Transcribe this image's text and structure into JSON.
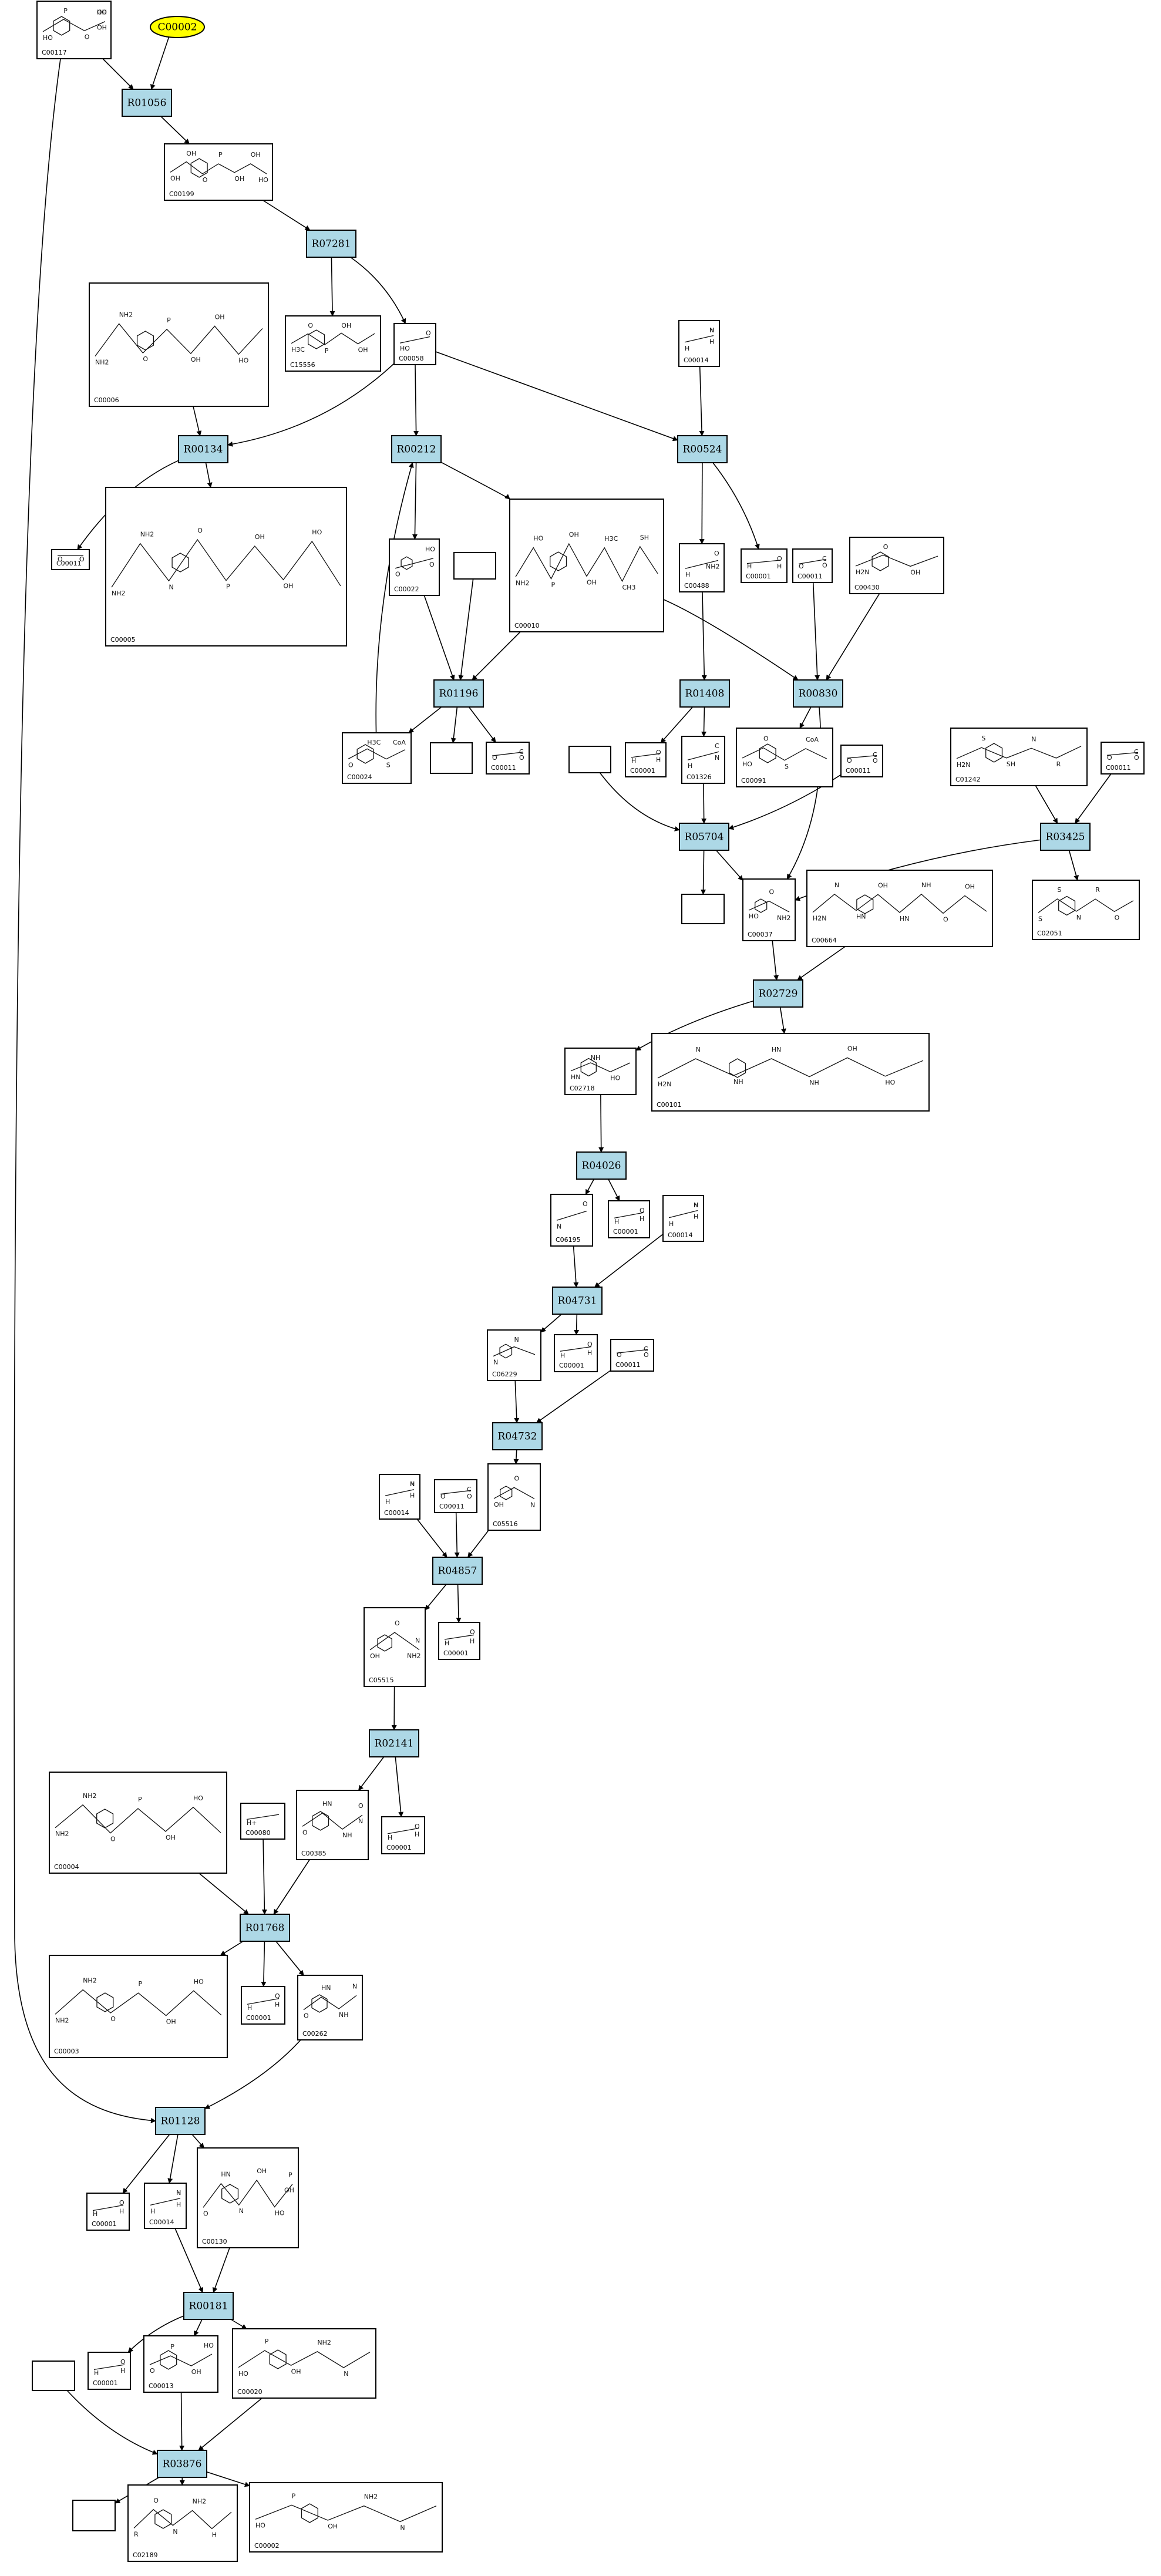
{
  "diagram": {
    "start_node": "C00002",
    "compounds": [
      {
        "id": "C00117",
        "label": "C00117",
        "atoms": [
          "HO",
          "P",
          "O",
          "OH",
          "OH",
          "HO"
        ]
      },
      {
        "id": "C00199",
        "label": "C00199",
        "atoms": [
          "OH",
          "OH",
          "O",
          "P",
          "OH",
          "OH",
          "HO"
        ]
      },
      {
        "id": "C00006",
        "label": "C00006",
        "atoms": [
          "NH2",
          "NH2",
          "O",
          "P",
          "OH",
          "OH",
          "HO"
        ]
      },
      {
        "id": "C15556",
        "label": "C15556",
        "atoms": [
          "H3C",
          "O",
          "P",
          "OH",
          "OH"
        ]
      },
      {
        "id": "C00058",
        "label": "C00058",
        "atoms": [
          "HO",
          "O"
        ]
      },
      {
        "id": "C00014_a",
        "label": "C00014",
        "atoms": [
          "H",
          "N",
          "H",
          "H"
        ]
      },
      {
        "id": "C00011_a",
        "label": "C00011",
        "atoms": [
          "O",
          "C",
          "O"
        ]
      },
      {
        "id": "C00005",
        "label": "C00005",
        "atoms": [
          "NH2",
          "NH2",
          "N",
          "O",
          "P",
          "OH",
          "OH",
          "HO"
        ]
      },
      {
        "id": "C00022",
        "label": "C00022",
        "atoms": [
          "O",
          "HO",
          "O"
        ]
      },
      {
        "id": "blank_1",
        "label": "",
        "atoms": []
      },
      {
        "id": "C00010",
        "label": "C00010",
        "atoms": [
          "NH2",
          "HO",
          "P",
          "OH",
          "OH",
          "H3C",
          "CH3",
          "SH"
        ]
      },
      {
        "id": "C00488",
        "label": "C00488",
        "atoms": [
          "H",
          "O",
          "NH2"
        ]
      },
      {
        "id": "C00001_a",
        "label": "C00001",
        "atoms": [
          "H",
          "O",
          "H"
        ]
      },
      {
        "id": "C00011_b",
        "label": "C00011",
        "atoms": [
          "O",
          "C",
          "O"
        ]
      },
      {
        "id": "C00430",
        "label": "C00430",
        "atoms": [
          "H2N",
          "O",
          "OH"
        ]
      },
      {
        "id": "C00024",
        "label": "C00024",
        "atoms": [
          "O",
          "H3C",
          "S",
          "CoA"
        ]
      },
      {
        "id": "blank_2",
        "label": "",
        "atoms": []
      },
      {
        "id": "C00011_c",
        "label": "C00011",
        "atoms": [
          "O",
          "C",
          "O"
        ]
      },
      {
        "id": "C00001_b",
        "label": "C00001",
        "atoms": [
          "H",
          "O",
          "H"
        ]
      },
      {
        "id": "C01326",
        "label": "C01326",
        "atoms": [
          "H",
          "C",
          "N"
        ]
      },
      {
        "id": "C00091",
        "label": "C00091",
        "atoms": [
          "HO",
          "O",
          "S",
          "CoA"
        ]
      },
      {
        "id": "C01242",
        "label": "C01242",
        "atoms": [
          "H2N",
          "S",
          "SH",
          "N",
          "R"
        ]
      },
      {
        "id": "C00011_d",
        "label": "C00011",
        "atoms": [
          "O",
          "C",
          "O"
        ]
      },
      {
        "id": "blank_3",
        "label": "",
        "atoms": []
      },
      {
        "id": "C00011_e",
        "label": "C00011",
        "atoms": [
          "O",
          "C",
          "O"
        ]
      },
      {
        "id": "blank_4",
        "label": "",
        "atoms": []
      },
      {
        "id": "C00037",
        "label": "C00037",
        "atoms": [
          "HO",
          "O",
          "NH2"
        ]
      },
      {
        "id": "C00664",
        "label": "C00664",
        "atoms": [
          "H2N",
          "N",
          "HN",
          "OH",
          "HN",
          "NH",
          "O",
          "OH"
        ]
      },
      {
        "id": "C02051",
        "label": "C02051",
        "atoms": [
          "S",
          "S",
          "N",
          "R",
          "O"
        ]
      },
      {
        "id": "C02718",
        "label": "C02718",
        "atoms": [
          "HN",
          "NH",
          "HO"
        ]
      },
      {
        "id": "C00101",
        "label": "C00101",
        "atoms": [
          "H2N",
          "N",
          "NH",
          "HN",
          "NH",
          "OH",
          "HO"
        ]
      },
      {
        "id": "C06195",
        "label": "C06195",
        "atoms": [
          "N",
          "O"
        ]
      },
      {
        "id": "C00001_c",
        "label": "C00001",
        "atoms": [
          "H",
          "O",
          "H"
        ]
      },
      {
        "id": "C00014_b",
        "label": "C00014",
        "atoms": [
          "H",
          "N",
          "H",
          "H"
        ]
      },
      {
        "id": "C06229",
        "label": "C06229",
        "atoms": [
          "N",
          "N"
        ]
      },
      {
        "id": "C00001_d",
        "label": "C00001",
        "atoms": [
          "H",
          "O",
          "H"
        ]
      },
      {
        "id": "C00011_f",
        "label": "C00011",
        "atoms": [
          "O",
          "C",
          "O"
        ]
      },
      {
        "id": "C00014_c",
        "label": "C00014",
        "atoms": [
          "H",
          "N",
          "H",
          "H"
        ]
      },
      {
        "id": "C00011_g",
        "label": "C00011",
        "atoms": [
          "O",
          "C",
          "O"
        ]
      },
      {
        "id": "C05516",
        "label": "C05516",
        "atoms": [
          "OH",
          "O",
          "N"
        ]
      },
      {
        "id": "C00001_e",
        "label": "C00001",
        "atoms": [
          "H",
          "O",
          "H"
        ]
      },
      {
        "id": "C05515",
        "label": "C05515",
        "atoms": [
          "OH",
          "O",
          "NH2",
          "N"
        ]
      },
      {
        "id": "C00001_f",
        "label": "C00001",
        "atoms": [
          "H",
          "O",
          "H"
        ]
      },
      {
        "id": "C00004",
        "label": "C00004",
        "atoms": [
          "NH2",
          "NH2",
          "O",
          "P",
          "OH",
          "HO"
        ]
      },
      {
        "id": "C00080",
        "label": "C00080",
        "atoms": [
          "H+"
        ]
      },
      {
        "id": "C00385",
        "label": "C00385",
        "atoms": [
          "O",
          "HN",
          "NH",
          "O",
          "N"
        ]
      },
      {
        "id": "C00003",
        "label": "C00003",
        "atoms": [
          "NH2",
          "NH2",
          "O",
          "P",
          "OH",
          "HO"
        ]
      },
      {
        "id": "C00001_g",
        "label": "C00001",
        "atoms": [
          "H",
          "O",
          "H"
        ]
      },
      {
        "id": "C00262",
        "label": "C00262",
        "atoms": [
          "O",
          "HN",
          "NH",
          "N"
        ]
      },
      {
        "id": "C00001_h",
        "label": "C00001",
        "atoms": [
          "H",
          "O",
          "H"
        ]
      },
      {
        "id": "C00014_d",
        "label": "C00014",
        "atoms": [
          "H",
          "N",
          "H",
          "H"
        ]
      },
      {
        "id": "C00130",
        "label": "C00130",
        "atoms": [
          "O",
          "HN",
          "N",
          "OH",
          "HO",
          "P",
          "OH"
        ]
      },
      {
        "id": "blank_5",
        "label": "",
        "atoms": []
      },
      {
        "id": "C00001_i",
        "label": "C00001",
        "atoms": [
          "H",
          "O",
          "H"
        ]
      },
      {
        "id": "C00013",
        "label": "C00013",
        "atoms": [
          "O",
          "P",
          "OH",
          "HO"
        ]
      },
      {
        "id": "C00020",
        "label": "C00020",
        "atoms": [
          "HO",
          "P",
          "OH",
          "NH2",
          "N"
        ]
      },
      {
        "id": "blank_6",
        "label": "",
        "atoms": []
      },
      {
        "id": "C02189",
        "label": "C02189",
        "atoms": [
          "R",
          "O",
          "N",
          "NH2",
          "H"
        ]
      },
      {
        "id": "C00002_b",
        "label": "C00002",
        "atoms": [
          "HO",
          "P",
          "OH",
          "NH2",
          "N"
        ]
      }
    ],
    "reactions": [
      {
        "id": "R01056",
        "label": "R01056"
      },
      {
        "id": "R07281",
        "label": "R07281"
      },
      {
        "id": "R00134",
        "label": "R00134"
      },
      {
        "id": "R00212",
        "label": "R00212"
      },
      {
        "id": "R00524",
        "label": "R00524"
      },
      {
        "id": "R01196",
        "label": "R01196"
      },
      {
        "id": "R01408",
        "label": "R01408"
      },
      {
        "id": "R00830",
        "label": "R00830"
      },
      {
        "id": "R05704",
        "label": "R05704"
      },
      {
        "id": "R03425",
        "label": "R03425"
      },
      {
        "id": "R02729",
        "label": "R02729"
      },
      {
        "id": "R04026",
        "label": "R04026"
      },
      {
        "id": "R04731",
        "label": "R04731"
      },
      {
        "id": "R04732",
        "label": "R04732"
      },
      {
        "id": "R04857",
        "label": "R04857"
      },
      {
        "id": "R02141",
        "label": "R02141"
      },
      {
        "id": "R01768",
        "label": "R01768"
      },
      {
        "id": "R01128",
        "label": "R01128"
      },
      {
        "id": "R00181",
        "label": "R00181"
      },
      {
        "id": "R03876",
        "label": "R03876"
      }
    ]
  }
}
